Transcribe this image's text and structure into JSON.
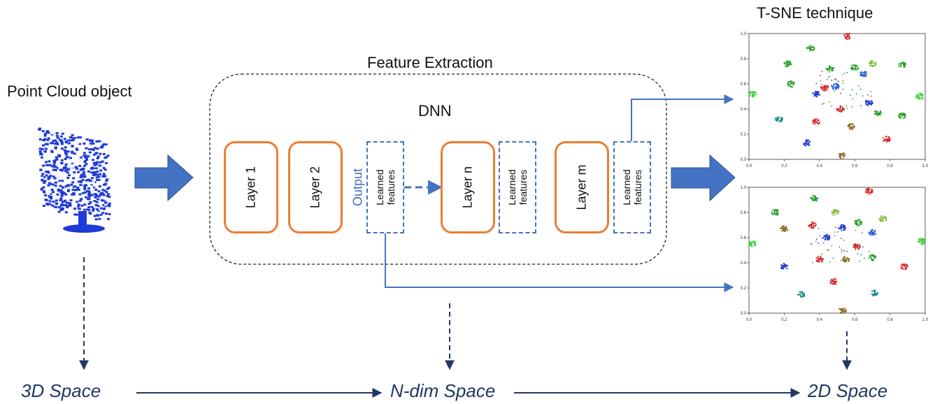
{
  "titles": {
    "point_cloud": "Point Cloud object",
    "feature_extraction": "Feature Extraction",
    "dnn": "DNN",
    "tsne": "T-SNE technique"
  },
  "layers": [
    "Layer 1",
    "Layer 2",
    "Layer n",
    "Layer m"
  ],
  "learned_features": {
    "line1": "Learned",
    "line2": "features"
  },
  "output_label": "Output",
  "spaces": {
    "s3d": "3D Space",
    "sn": "N-dim Space",
    "s2d": "2D Space"
  },
  "colors": {
    "orange": "#ed7d31",
    "blue": "#4472c4",
    "navy": "#1f3864",
    "cloud": "#1f3bd6"
  },
  "chart_data": [
    {
      "type": "scatter",
      "xlim": [
        0,
        1
      ],
      "ylim": [
        0,
        1
      ],
      "x_ticks": [
        "0.0",
        "0.2",
        "0.4",
        "0.6",
        "0.8",
        "1.0"
      ],
      "y_ticks": [
        "0.0",
        "0.2",
        "0.4",
        "0.6",
        "0.8",
        "1.0"
      ],
      "clusters": [
        {
          "x": 0.56,
          "y": 0.98,
          "color": "#d62728"
        },
        {
          "x": 0.35,
          "y": 0.88,
          "color": "#2ca02c"
        },
        {
          "x": 0.22,
          "y": 0.76,
          "color": "#2ca02c"
        },
        {
          "x": 0.46,
          "y": 0.72,
          "color": "#2ca02c"
        },
        {
          "x": 0.6,
          "y": 0.73,
          "color": "#2ca02c"
        },
        {
          "x": 0.7,
          "y": 0.76,
          "color": "#7fbf3f"
        },
        {
          "x": 0.87,
          "y": 0.75,
          "color": "#2ca02c"
        },
        {
          "x": 0.65,
          "y": 0.68,
          "color": "#1f5fbf"
        },
        {
          "x": 0.02,
          "y": 0.52,
          "color": "#3cd13c"
        },
        {
          "x": 0.24,
          "y": 0.6,
          "color": "#2ca02c"
        },
        {
          "x": 0.43,
          "y": 0.57,
          "color": "#d62728"
        },
        {
          "x": 0.49,
          "y": 0.58,
          "color": "#2a5bd7"
        },
        {
          "x": 0.38,
          "y": 0.52,
          "color": "#1f3bd6"
        },
        {
          "x": 0.68,
          "y": 0.45,
          "color": "#1f3bd6"
        },
        {
          "x": 0.97,
          "y": 0.5,
          "color": "#3cd13c"
        },
        {
          "x": 0.52,
          "y": 0.4,
          "color": "#d62728"
        },
        {
          "x": 0.73,
          "y": 0.37,
          "color": "#2ca02c"
        },
        {
          "x": 0.17,
          "y": 0.32,
          "color": "#1a8c8c"
        },
        {
          "x": 0.38,
          "y": 0.3,
          "color": "#d62728"
        },
        {
          "x": 0.58,
          "y": 0.26,
          "color": "#8c6d1f"
        },
        {
          "x": 0.78,
          "y": 0.16,
          "color": "#d62728"
        },
        {
          "x": 0.33,
          "y": 0.13,
          "color": "#1f3bd6"
        },
        {
          "x": 0.53,
          "y": 0.03,
          "color": "#8c6d1f"
        },
        {
          "x": 0.87,
          "y": 0.35,
          "color": "#2ca02c"
        }
      ]
    },
    {
      "type": "scatter",
      "xlim": [
        0,
        1
      ],
      "ylim": [
        0,
        1
      ],
      "x_ticks": [
        "0.0",
        "0.2",
        "0.4",
        "0.6",
        "0.8",
        "1.0"
      ],
      "y_ticks": [
        "0.0",
        "0.2",
        "0.4",
        "0.6",
        "0.8",
        "1.0"
      ],
      "clusters": [
        {
          "x": 0.68,
          "y": 0.97,
          "color": "#d62728"
        },
        {
          "x": 0.37,
          "y": 0.91,
          "color": "#2ca02c"
        },
        {
          "x": 0.15,
          "y": 0.8,
          "color": "#2ca02c"
        },
        {
          "x": 0.49,
          "y": 0.8,
          "color": "#7fbf3f"
        },
        {
          "x": 0.62,
          "y": 0.72,
          "color": "#2ca02c"
        },
        {
          "x": 0.76,
          "y": 0.75,
          "color": "#7fbf3f"
        },
        {
          "x": 0.2,
          "y": 0.67,
          "color": "#8c6d1f"
        },
        {
          "x": 0.36,
          "y": 0.7,
          "color": "#d62728"
        },
        {
          "x": 0.53,
          "y": 0.68,
          "color": "#1f3bd6"
        },
        {
          "x": 0.44,
          "y": 0.6,
          "color": "#1f3bd6"
        },
        {
          "x": 0.7,
          "y": 0.64,
          "color": "#2a5bd7"
        },
        {
          "x": 0.02,
          "y": 0.55,
          "color": "#3cd13c"
        },
        {
          "x": 0.98,
          "y": 0.57,
          "color": "#3cd13c"
        },
        {
          "x": 0.61,
          "y": 0.53,
          "color": "#d62728"
        },
        {
          "x": 0.7,
          "y": 0.44,
          "color": "#2ca02c"
        },
        {
          "x": 0.2,
          "y": 0.37,
          "color": "#1f3bd6"
        },
        {
          "x": 0.4,
          "y": 0.43,
          "color": "#d62728"
        },
        {
          "x": 0.55,
          "y": 0.43,
          "color": "#8c6d1f"
        },
        {
          "x": 0.88,
          "y": 0.37,
          "color": "#d62728"
        },
        {
          "x": 0.48,
          "y": 0.25,
          "color": "#d62728"
        },
        {
          "x": 0.3,
          "y": 0.15,
          "color": "#1a8c8c"
        },
        {
          "x": 0.71,
          "y": 0.16,
          "color": "#1a8c8c"
        },
        {
          "x": 0.53,
          "y": 0.02,
          "color": "#8c6d1f"
        }
      ]
    }
  ]
}
